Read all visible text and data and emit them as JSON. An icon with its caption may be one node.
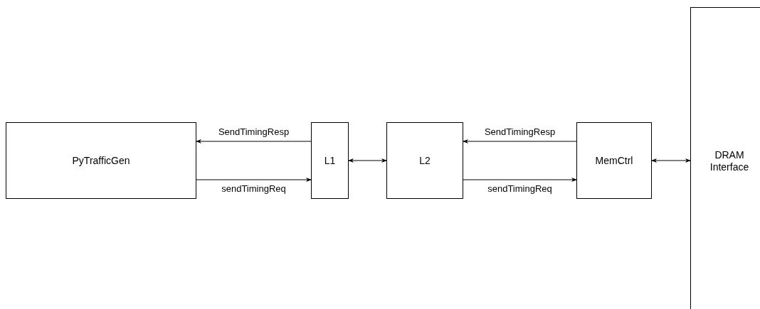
{
  "diagram": {
    "nodes": [
      {
        "text": [
          "PyTrafficGen"
        ]
      },
      {
        "text": [
          "L1"
        ]
      },
      {
        "text": [
          "L2"
        ]
      },
      {
        "text": [
          "MemCtrl"
        ]
      },
      {
        "text": [
          "DRAM Interface"
        ]
      }
    ],
    "edges": [
      {
        "from": 1,
        "to": 0,
        "arrow": "to",
        "label": "SendTimingResp"
      },
      {
        "from": 0,
        "to": 1,
        "arrow": "to",
        "label": "sendTimingReq"
      },
      {
        "from": 1,
        "to": 2,
        "arrow": "both"
      },
      {
        "from": 3,
        "to": 2,
        "arrow": "to",
        "label": "SendTimingResp"
      },
      {
        "from": 2,
        "to": 3,
        "arrow": "to",
        "label": "sendTimingReq"
      },
      {
        "from": 3,
        "to": 4,
        "arrow": "both"
      }
    ]
  }
}
